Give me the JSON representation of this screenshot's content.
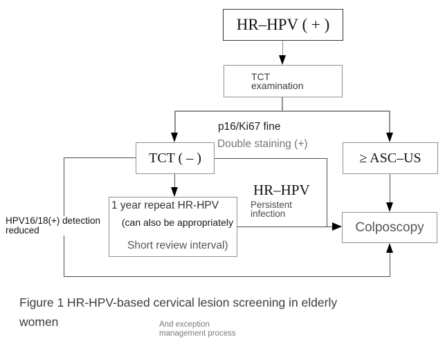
{
  "diagram": {
    "node_hr_hpv_positive": "HR–HPV ( + )",
    "node_tct_exam_line1": "TCT",
    "node_tct_exam_line2": "examination",
    "node_tct_negative": "TCT ( – )",
    "node_asc_us": "≥ ASC–US",
    "node_repeat_line1": "1 year repeat HR-HPV",
    "node_repeat_line2": "(can also be appropriately",
    "node_repeat_line3": "Short review interval)",
    "node_colposcopy": "Colposcopy",
    "label_p16_line1": "p16/Ki67 fine",
    "label_p16_line2": "Double staining (+)",
    "label_hr_hpv": "HR–HPV",
    "label_persistent_line1": "Persistent",
    "label_persistent_line2": "infection",
    "label_hpv1618_line1": "HPV16/18(+) detection",
    "label_hpv1618_line2": "reduced"
  },
  "caption": {
    "line1": "Figure 1 HR-HPV-based cervical lesion screening in elderly",
    "line2": "women",
    "note_line1": "And exception",
    "note_line2": "management process"
  },
  "colors": {
    "box_border": "#8f8f8f",
    "top_box_border": "#333333",
    "line_dark": "#4a4a4a",
    "line_gray": "#8e8e8e",
    "arrow": "#000000",
    "gray_text": "#757575",
    "caption_text": "#3d3d3d"
  }
}
